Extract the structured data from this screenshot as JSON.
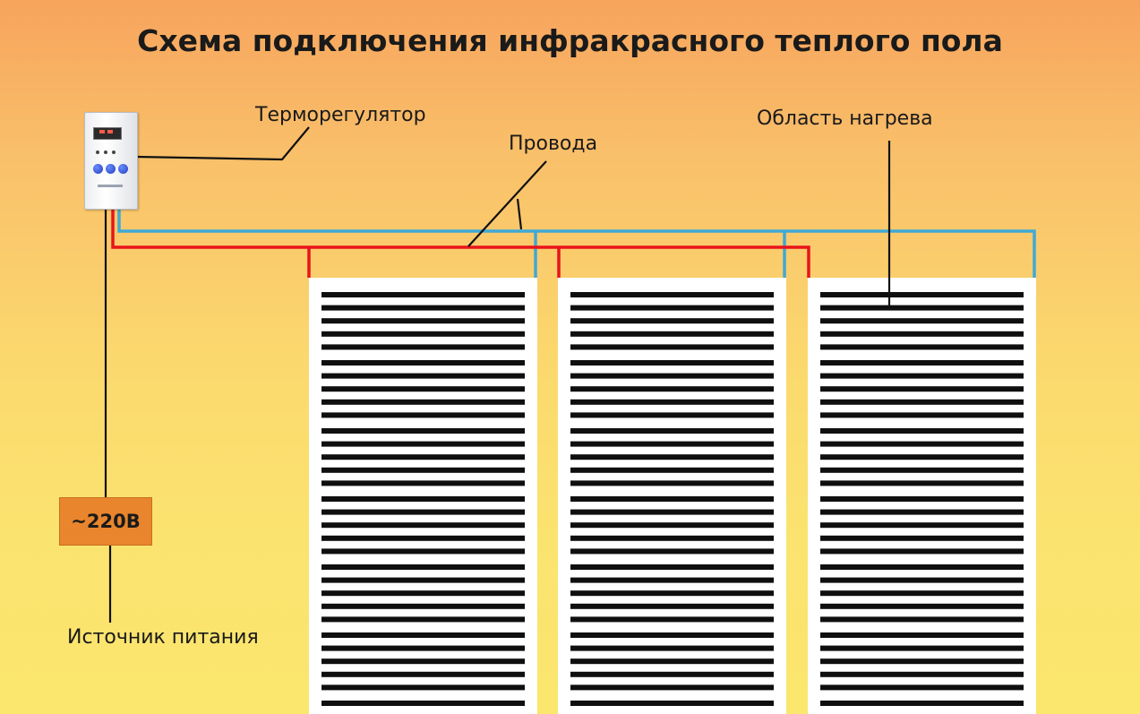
{
  "title": "Схема подключения инфракрасного теплого пола",
  "labels": {
    "thermostat": "Терморегулятор",
    "wires": "Провода",
    "heating_area": "Область нагрева",
    "power_source": "Источник питания"
  },
  "voltage": "~220В",
  "colors": {
    "wire_phase": "#e8141b",
    "wire_neutral": "#3fa9d6",
    "leader": "#111111",
    "film": "#ffffff",
    "strip": "#0f0f0f",
    "voltage_box": "#e9852c"
  },
  "icons": {
    "thermostat": "thermostat-device-icon"
  },
  "heating_films": {
    "count": 3,
    "strips_per_film": 33
  }
}
